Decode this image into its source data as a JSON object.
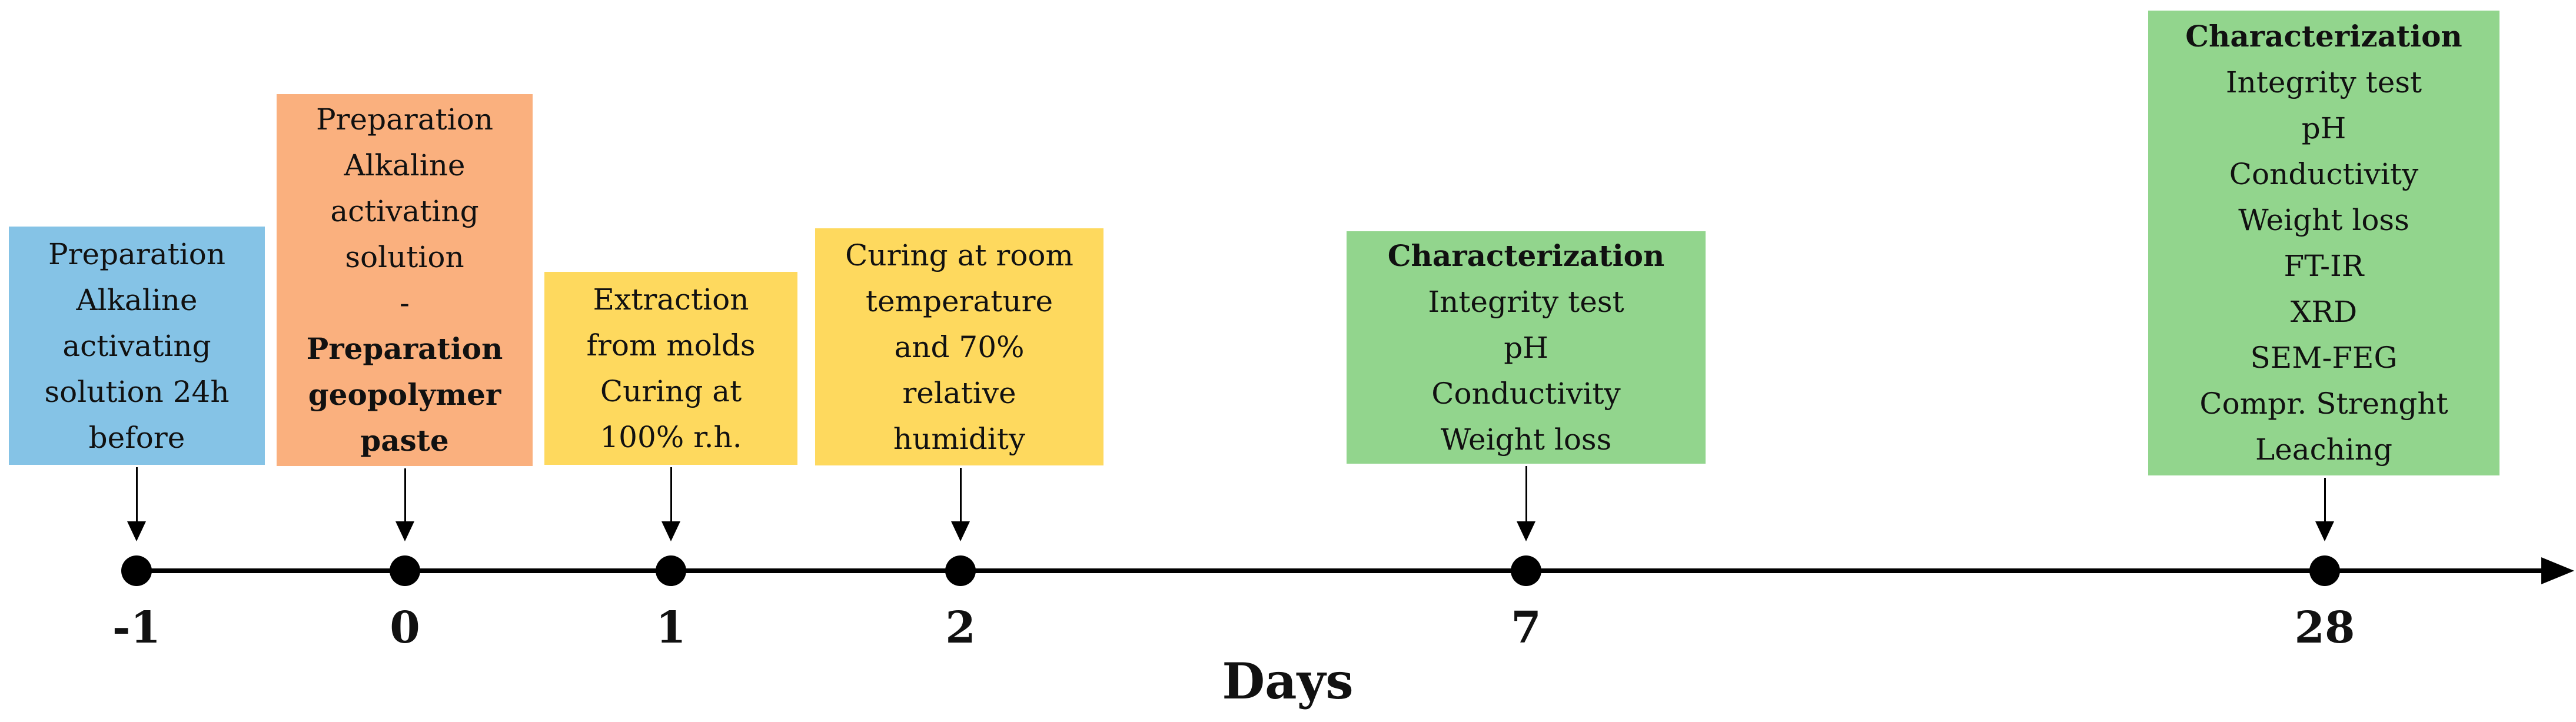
{
  "timeline": {
    "xlabel": "Days",
    "axis_color": "#000000",
    "text_color": "#111111",
    "events": [
      {
        "day": "-1",
        "color": "#85C3E6",
        "lines": [
          {
            "text": "Preparation",
            "bold": false
          },
          {
            "text": "Alkaline",
            "bold": false
          },
          {
            "text": "activating",
            "bold": false
          },
          {
            "text": "solution 24h",
            "bold": false
          },
          {
            "text": "before",
            "bold": false
          }
        ]
      },
      {
        "day": "0",
        "color": "#FAB07E",
        "lines": [
          {
            "text": "Preparation",
            "bold": false
          },
          {
            "text": "Alkaline",
            "bold": false
          },
          {
            "text": "activating",
            "bold": false
          },
          {
            "text": "solution",
            "bold": false
          },
          {
            "text": "-",
            "bold": false
          },
          {
            "text": "Preparation",
            "bold": true
          },
          {
            "text": "geopolymer",
            "bold": true
          },
          {
            "text": "paste",
            "bold": true
          }
        ]
      },
      {
        "day": "1",
        "color": "#FED95E",
        "lines": [
          {
            "text": "Extraction",
            "bold": false
          },
          {
            "text": "from molds",
            "bold": false
          },
          {
            "text": "Curing at",
            "bold": false
          },
          {
            "text": "100% r.h.",
            "bold": false
          }
        ]
      },
      {
        "day": "2",
        "color": "#FED95E",
        "lines": [
          {
            "text": "Curing at room",
            "bold": false
          },
          {
            "text": "temperature",
            "bold": false
          },
          {
            "text": "and 70%",
            "bold": false
          },
          {
            "text": "relative",
            "bold": false
          },
          {
            "text": "humidity",
            "bold": false
          }
        ]
      },
      {
        "day": "7",
        "color": "#92D58D",
        "lines": [
          {
            "text": "Characterization",
            "bold": true
          },
          {
            "text": "Integrity test",
            "bold": false
          },
          {
            "text": "pH",
            "bold": false
          },
          {
            "text": "Conductivity",
            "bold": false
          },
          {
            "text": "Weight loss",
            "bold": false
          }
        ]
      },
      {
        "day": "28",
        "color": "#92D58D",
        "lines": [
          {
            "text": "Characterization",
            "bold": true
          },
          {
            "text": "Integrity test",
            "bold": false
          },
          {
            "text": "pH",
            "bold": false
          },
          {
            "text": "Conductivity",
            "bold": false
          },
          {
            "text": "Weight loss",
            "bold": false
          },
          {
            "text": "FT-IR",
            "bold": false
          },
          {
            "text": "XRD",
            "bold": false
          },
          {
            "text": "SEM-FEG",
            "bold": false
          },
          {
            "text": "Compr. Strenght",
            "bold": false
          },
          {
            "text": "Leaching",
            "bold": false
          }
        ]
      }
    ]
  }
}
